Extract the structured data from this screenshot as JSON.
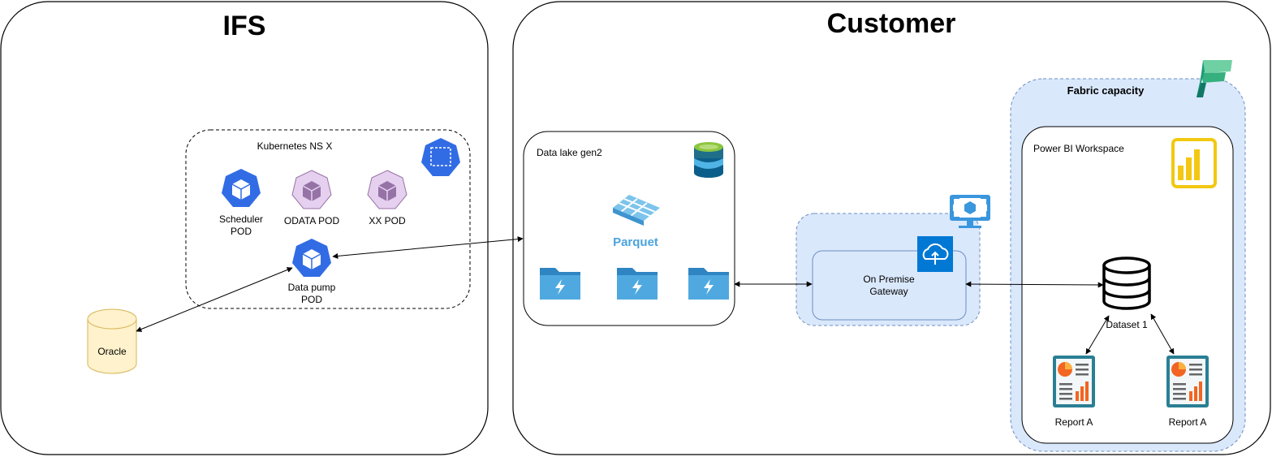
{
  "ifs": {
    "title": "IFS",
    "namespace_label": "Kubernetes NS X",
    "pods": {
      "scheduler_line1": "Scheduler",
      "scheduler_line2": "POD",
      "odata": "ODATA POD",
      "xx": "XX POD",
      "datapump_line1": "Data pump",
      "datapump_line2": "POD"
    },
    "database_label": "Oracle"
  },
  "customer": {
    "title": "Customer",
    "data_lake_label": "Data lake gen2",
    "parquet_label": "Parquet",
    "gateway_line1": "On Premise",
    "gateway_line2": "Gateway",
    "fabric": {
      "title": "Fabric capacity",
      "workspace_label": "Power BI Workspace",
      "dataset_label": "Dataset 1",
      "report_left_label": "Report A",
      "report_right_label": "Report A"
    }
  },
  "colors": {
    "k8s_blue": "#326ce5",
    "pod_purple": "#d9c7e3",
    "oracle_fill": "#fff2cc",
    "oracle_stroke": "#d6b656",
    "fabric_fill": "#dae8fc",
    "folder_blue": "#4fa9e0",
    "parquet_blue": "#4aa3df",
    "gateway_blue": "#0078d4",
    "report_teal": "#2a7f93",
    "report_orange": "#f26522",
    "powerbi_yellow": "#f2c811"
  },
  "icons": {
    "namespace": "kubernetes-namespace-icon",
    "scheduler": "kubernetes-pod-icon",
    "odata": "kubernetes-pod-icon",
    "xx": "kubernetes-pod-icon",
    "datapump": "kubernetes-pod-icon",
    "oracle": "database-cylinder-icon",
    "datalake": "data-lake-storage-icon",
    "parquet": "parquet-icon",
    "folder": "folder-lightning-icon",
    "gateway_vm": "virtual-machine-icon",
    "gateway_cloud": "cloud-upload-icon",
    "fabric": "microsoft-fabric-icon",
    "powerbi": "power-bi-icon",
    "dataset": "database-stack-icon",
    "report": "report-icon"
  }
}
